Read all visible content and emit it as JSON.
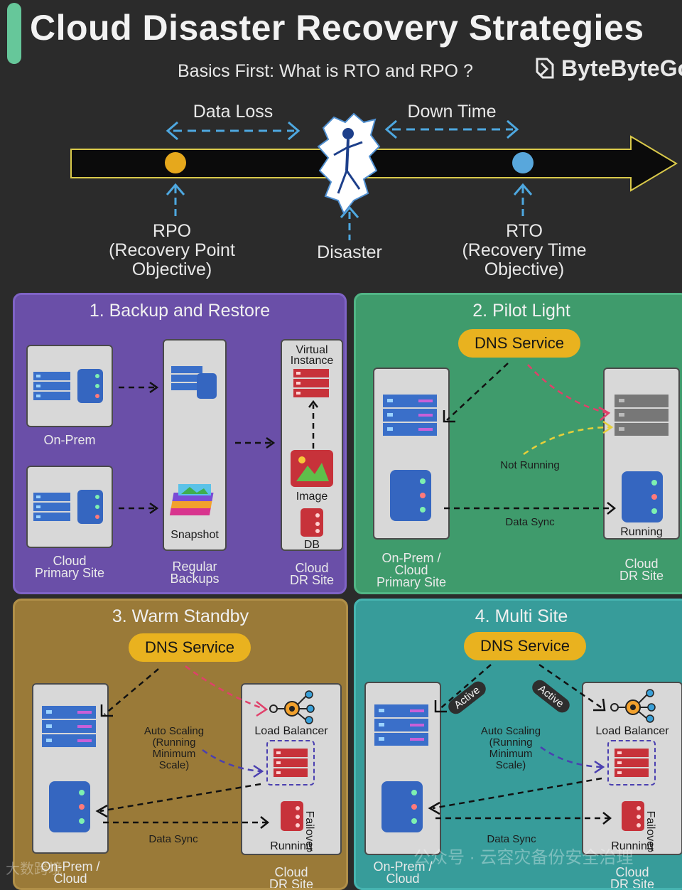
{
  "header": {
    "title": "Cloud Disaster Recovery Strategies",
    "subtitle": "Basics First: What is RTO and RPO ?",
    "brand": "ByteByteGo"
  },
  "timeline": {
    "data_loss": "Data Loss",
    "down_time": "Down Time",
    "rpo": "RPO",
    "rpo_full_1": "(Recovery Point",
    "rpo_full_2": "Objective)",
    "disaster": "Disaster",
    "rto": "RTO",
    "rto_full_1": "(Recovery Time",
    "rto_full_2": "Objective)",
    "colors": {
      "rpo_dot": "#e6a81c",
      "rto_dot": "#58a7dc",
      "arrow_outline": "#d9c94a",
      "dash": "#4ea8e0"
    }
  },
  "panel1": {
    "title": "1. Backup and Restore",
    "on_prem": "On-Prem",
    "cloud_primary_1": "Cloud",
    "cloud_primary_2": "Primary Site",
    "snapshot": "Snapshot",
    "regular_backups_1": "Regular",
    "regular_backups_2": "Backups",
    "virtual_instance_1": "Virtual",
    "virtual_instance_2": "Instance",
    "image": "Image",
    "db": "DB",
    "cloud_dr_1": "Cloud",
    "cloud_dr_2": "DR Site"
  },
  "panel2": {
    "title": "2. Pilot Light",
    "dns": "DNS Service",
    "not_running": "Not Running",
    "data_sync": "Data Sync",
    "running": "Running",
    "primary_1": "On-Prem /",
    "primary_2": "Cloud",
    "primary_3": "Primary Site",
    "dr_1": "Cloud",
    "dr_2": "DR Site"
  },
  "panel3": {
    "title": "3. Warm Standby",
    "dns": "DNS Service",
    "auto_scaling_1": "Auto Scaling",
    "auto_scaling_2": "(Running",
    "auto_scaling_3": "Minimum",
    "auto_scaling_4": "Scale)",
    "load_balancer": "Load Balancer",
    "failover": "Failover",
    "data_sync": "Data Sync",
    "running": "Running",
    "primary_1": "On-Prem /",
    "primary_2": "Cloud",
    "dr_1": "Cloud",
    "dr_2": "DR Site"
  },
  "panel4": {
    "title": "4. Multi Site",
    "dns": "DNS Service",
    "active_left": "Active",
    "active_right": "Active",
    "auto_scaling_1": "Auto Scaling",
    "auto_scaling_2": "(Running",
    "auto_scaling_3": "Minimum",
    "auto_scaling_4": "Scale)",
    "load_balancer": "Load Balancer",
    "failover": "Failover",
    "data_sync": "Data Sync",
    "running": "Running",
    "primary_1": "On-Prem /",
    "primary_2": "Cloud",
    "dr_1": "Cloud",
    "dr_2": "DR Site"
  },
  "watermarks": {
    "left": "大数跨境",
    "right": "公众号 · 云容灾备份安全治理"
  }
}
